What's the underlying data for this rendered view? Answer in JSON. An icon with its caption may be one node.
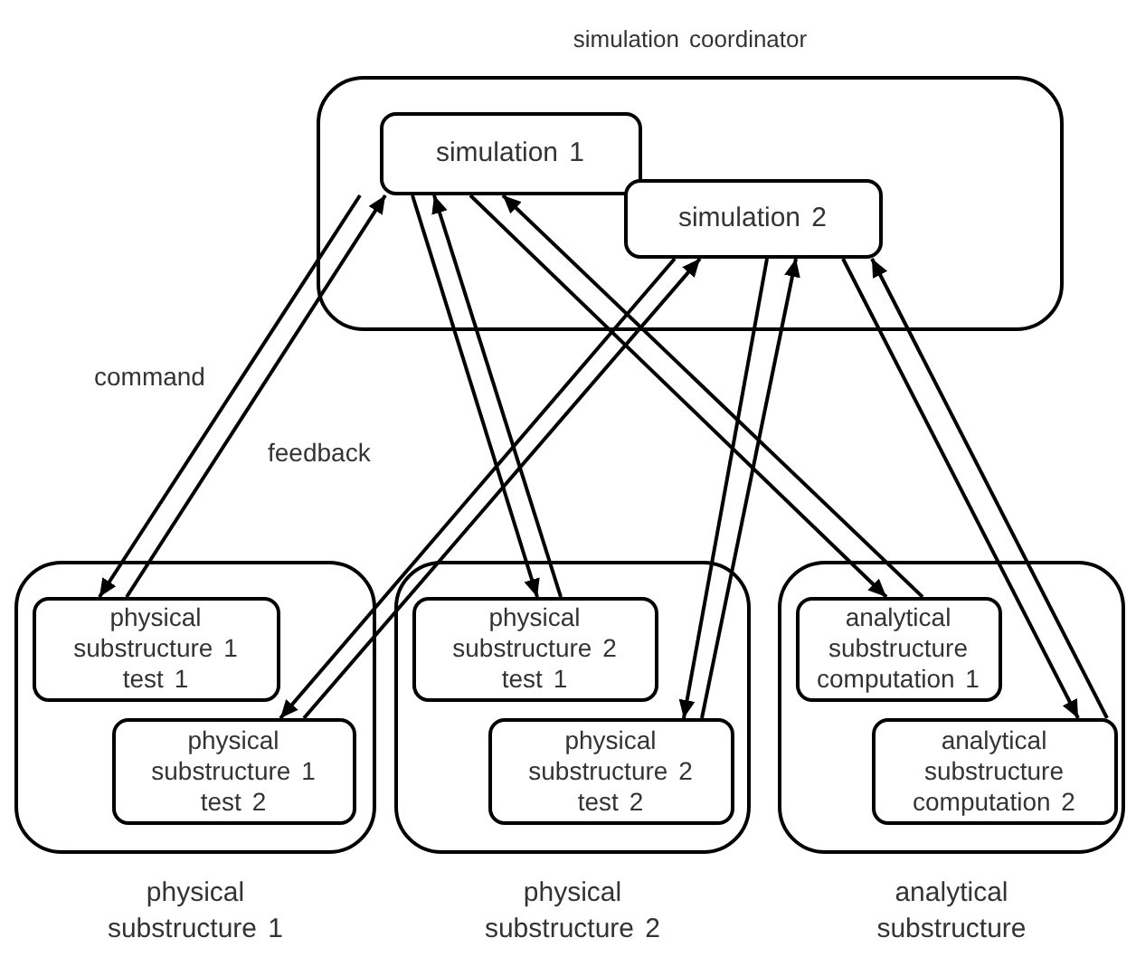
{
  "diagram": {
    "nodes": [
      {
        "text": [
          "simulation coordinator"
        ]
      },
      {
        "text": [
          "simulation 1"
        ],
        "in": 0
      },
      {
        "text": [
          "simulation 2"
        ],
        "in": 0
      },
      {
        "text": [
          "physical substructure 1"
        ]
      },
      {
        "text": [
          "physical substructure 1 test 1"
        ],
        "in": 3
      },
      {
        "text": [
          "physical substructure 1 test 2"
        ],
        "in": 3
      },
      {
        "text": [
          "physical substructure 2"
        ]
      },
      {
        "text": [
          "physical substructure 2 test 1"
        ],
        "in": 6
      },
      {
        "text": [
          "physical substructure 2 test 2"
        ],
        "in": 6
      },
      {
        "text": [
          "analytical substructure"
        ]
      },
      {
        "text": [
          "analytical substructure computation 1"
        ],
        "in": 9
      },
      {
        "text": [
          "analytical substructure computation 2"
        ],
        "in": 9
      }
    ],
    "edges": [
      {
        "from": 1,
        "to": 4,
        "arrow": "to",
        "label": "command"
      },
      {
        "from": 4,
        "to": 1,
        "arrow": "to",
        "label": "feedback"
      },
      {
        "from": 2,
        "to": 5,
        "arrow": "to"
      },
      {
        "from": 5,
        "to": 2,
        "arrow": "to"
      },
      {
        "from": 1,
        "to": 7,
        "arrow": "to"
      },
      {
        "from": 7,
        "to": 1,
        "arrow": "to"
      },
      {
        "from": 2,
        "to": 8,
        "arrow": "to"
      },
      {
        "from": 8,
        "to": 2,
        "arrow": "to"
      },
      {
        "from": 1,
        "to": 10,
        "arrow": "to"
      },
      {
        "from": 10,
        "to": 1,
        "arrow": "to"
      },
      {
        "from": 2,
        "to": 11,
        "arrow": "to"
      },
      {
        "from": 11,
        "to": 2,
        "arrow": "to"
      }
    ]
  }
}
